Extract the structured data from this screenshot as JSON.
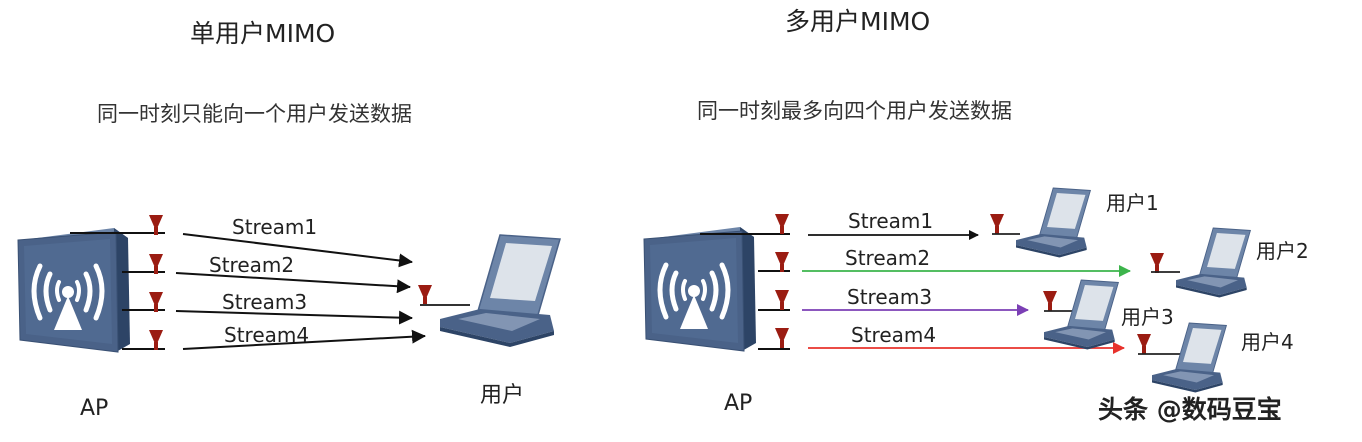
{
  "left_panel": {
    "title": "单用户MIMO",
    "subtitle": "同一时刻只能向一个用户发送数据",
    "ap_label": "AP",
    "user_label": "用户",
    "streams": [
      {
        "label": "Stream1",
        "color": "#111111"
      },
      {
        "label": "Stream2",
        "color": "#111111"
      },
      {
        "label": "Stream3",
        "color": "#111111"
      },
      {
        "label": "Stream4",
        "color": "#111111"
      }
    ]
  },
  "right_panel": {
    "title": "多用户MIMO",
    "subtitle": "同一时刻最多向四个用户发送数据",
    "ap_label": "AP",
    "streams": [
      {
        "label": "Stream1",
        "color": "#111111",
        "target": "用户1"
      },
      {
        "label": "Stream2",
        "color": "#3cb44b",
        "target": "用户2"
      },
      {
        "label": "Stream3",
        "color": "#7b3fb5",
        "target": "用户3"
      },
      {
        "label": "Stream4",
        "color": "#e8322c",
        "target": "用户4"
      }
    ],
    "users": [
      "用户1",
      "用户2",
      "用户3",
      "用户4"
    ]
  },
  "colors": {
    "antenna": "#9b1c12",
    "device_body": "#4a6288",
    "device_side": "#2d4466",
    "laptop_screen": "#dde3ea"
  },
  "watermark": "头条 @数码豆宝"
}
